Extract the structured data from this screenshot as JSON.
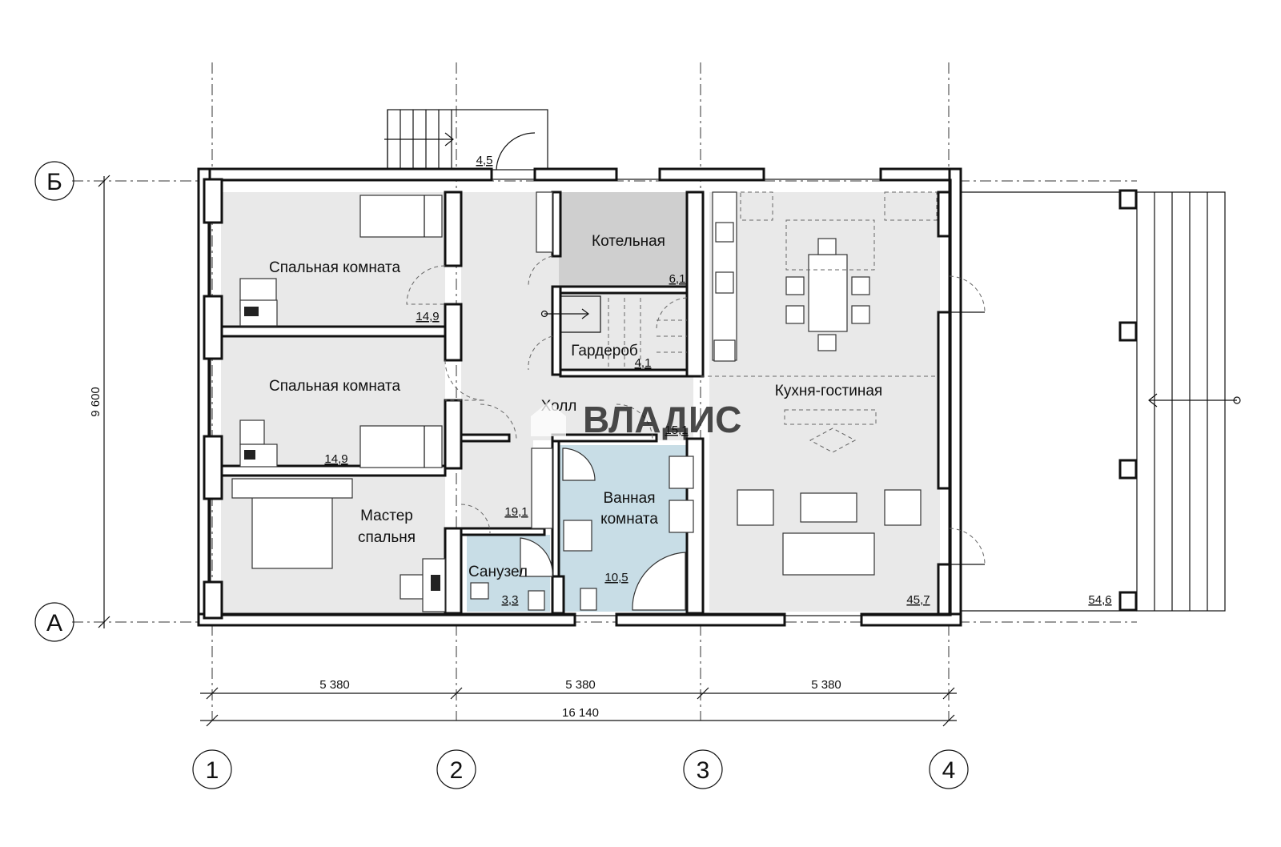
{
  "colors": {
    "room_fill": "#e9e9e9",
    "boiler_fill": "#cfcfcf",
    "wet_fill": "#c8dde6",
    "wall_stroke": "#111111",
    "background": "#ffffff"
  },
  "axes": {
    "rows": [
      "Б",
      "А"
    ],
    "cols": [
      "1",
      "2",
      "3",
      "4"
    ]
  },
  "dimensions": {
    "span_1": "5 380",
    "span_2": "5 380",
    "span_3": "5 380",
    "total": "16 140",
    "height": "9 600"
  },
  "rooms": {
    "bedroom_1": {
      "name": "Спальная комната",
      "area": "14,9"
    },
    "bedroom_2": {
      "name": "Спальная комната",
      "area": "14,9"
    },
    "master": {
      "name_line1": "Мастер",
      "name_line2": "спальня"
    },
    "boiler": {
      "name": "Котельная",
      "area": "6,1"
    },
    "wardrobe": {
      "name": "Гардероб",
      "area": "4,1"
    },
    "hall": {
      "name": "Холл",
      "area": "15,1"
    },
    "hall_area_2": "19,1",
    "bathroom": {
      "name_line1": "Ванная",
      "name_line2": "комната",
      "area": "10,5"
    },
    "wc": {
      "name": "Санузел",
      "area": "3,3"
    },
    "kitchen": {
      "name": "Кухня-гостиная",
      "area": "45,7"
    },
    "porch_area": "4,5",
    "terrace_area": "54,6"
  },
  "watermark": {
    "text": "ВЛАДИС"
  }
}
